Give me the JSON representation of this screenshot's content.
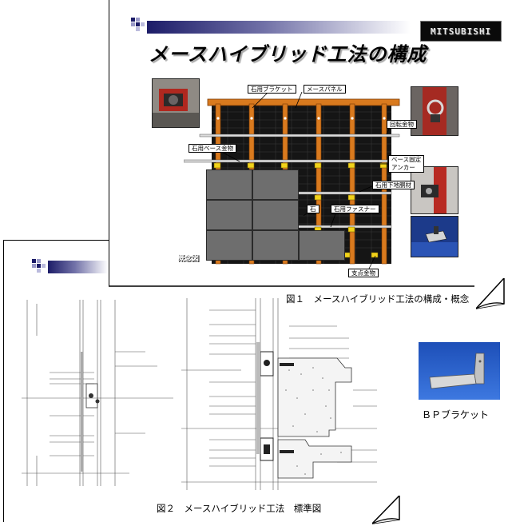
{
  "slide1": {
    "logo": "MITSUBISHI",
    "title": "メースハイブリッド工法の構成",
    "callouts": {
      "stone_bracket": "石用ブラケット",
      "mace_panel": "メースパネル",
      "rotating_fitting": "回転金物",
      "stone_base_fitting": "石用ベース金物",
      "base_fixing_anchor_line1": "ベース固定",
      "base_fixing_anchor_line2": "アンカー",
      "stone_lower_fitting": "石用下地胴材",
      "stone": "石",
      "stone_fastener": "石用ファスナー",
      "support_fitting": "支点金物"
    },
    "overview_label": "概念図"
  },
  "fig1_caption": "図１　メースハイブリッド工法の構成・概念",
  "fig2_caption": "図２　メースハイブリッド工法　標準図",
  "bp_label": "ＢＰブラケット",
  "colors": {
    "frame_orange": "#d97a1e",
    "stone_gray": "#6e6e6e",
    "title_bar_dark": "#1c1c68"
  }
}
